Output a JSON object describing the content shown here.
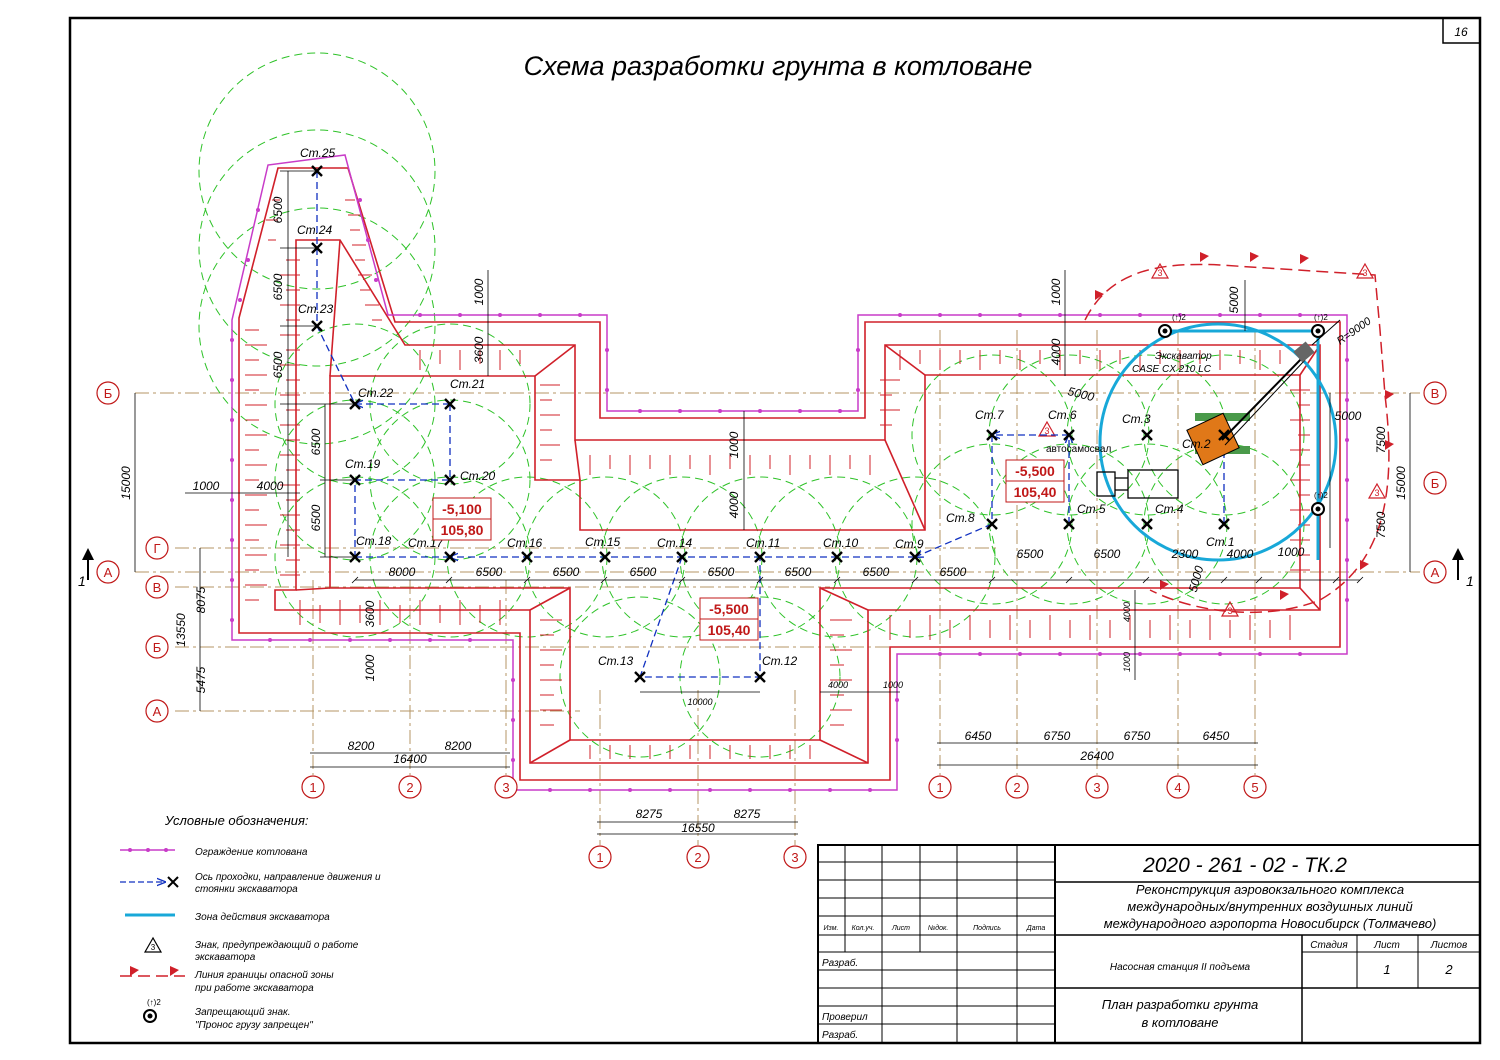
{
  "sheet_number": "16",
  "title": "Схема разработки грунта в котловане",
  "stations": [
    {
      "id": "Ст.1",
      "label": "Ст.1"
    },
    {
      "id": "Ст.2",
      "label": "Ст.2"
    },
    {
      "id": "Ст.3",
      "label": "Ст.3"
    },
    {
      "id": "Ст.4",
      "label": "Ст.4"
    },
    {
      "id": "Ст.5",
      "label": "Ст.5"
    },
    {
      "id": "Ст.6",
      "label": "Ст.6"
    },
    {
      "id": "Ст.7",
      "label": "Ст.7"
    },
    {
      "id": "Ст.8",
      "label": "Ст.8"
    },
    {
      "id": "Ст.9",
      "label": "Ст.9"
    },
    {
      "id": "Ст.10",
      "label": "Ст.10"
    },
    {
      "id": "Ст.11",
      "label": "Ст.11"
    },
    {
      "id": "Ст.12",
      "label": "Ст.12"
    },
    {
      "id": "Ст.13",
      "label": "Ст.13"
    },
    {
      "id": "Ст.14",
      "label": "Ст.14"
    },
    {
      "id": "Ст.15",
      "label": "Ст.15"
    },
    {
      "id": "Ст.16",
      "label": "Ст.16"
    },
    {
      "id": "Ст.17",
      "label": "Ст.17"
    },
    {
      "id": "Ст.18",
      "label": "Ст.18"
    },
    {
      "id": "Ст.19",
      "label": "Ст.19"
    },
    {
      "id": "Ст.20",
      "label": "Ст.20"
    },
    {
      "id": "Ст.21",
      "label": "Ст.21"
    },
    {
      "id": "Ст.22",
      "label": "Ст.22"
    },
    {
      "id": "Ст.23",
      "label": "Ст.23"
    },
    {
      "id": "Ст.24",
      "label": "Ст.24"
    },
    {
      "id": "Ст.25",
      "label": "Ст.25"
    }
  ],
  "elevation_marks": [
    {
      "depth": "-5,100",
      "abs": "105,80"
    },
    {
      "depth": "-5,500",
      "abs": "105,40"
    },
    {
      "depth": "-5,500",
      "abs": "105,40"
    }
  ],
  "excavator": {
    "name": "Экскаватор",
    "model": "CASE CX 210 LC",
    "radius": "R=9000"
  },
  "truck_label": "автосамосвал",
  "sign_label": "(↑)2",
  "hazard_sign": "3",
  "section_mark": "1",
  "axes_left_letters": [
    "Б",
    "А",
    "Г",
    "В",
    "Б",
    "А"
  ],
  "axes_right_letters": [
    "В",
    "Б",
    "А"
  ],
  "axes_numbers_left": [
    "1",
    "2",
    "3"
  ],
  "axes_numbers_mid": [
    "1",
    "2",
    "3"
  ],
  "axes_numbers_right": [
    "1",
    "2",
    "3",
    "4",
    "5"
  ],
  "dims": {
    "station_steps": [
      "8000",
      "6500",
      "6500",
      "6500",
      "6500",
      "6500",
      "6500",
      "6500",
      "6500",
      "6500",
      "2300",
      "4000",
      "1000"
    ],
    "left_vertical": [
      "6500",
      "6500",
      "6500",
      "6500",
      "6500"
    ],
    "left_overall": "15000",
    "left_1000": "1000",
    "left_4000": "4000",
    "left_axes": [
      "8075",
      "13550",
      "5475"
    ],
    "left_bottom_3600": "3600",
    "left_bottom_1000": "1000",
    "bottom_left": [
      "8200",
      "8200"
    ],
    "bottom_left_total": "16400",
    "bottom_mid": [
      "8275",
      "8275"
    ],
    "bottom_mid_total": "16550",
    "bottom_right": [
      "6450",
      "6750",
      "6750",
      "6450"
    ],
    "bottom_right_total": "26400",
    "right_overall": "15000",
    "right_parts": [
      "7500",
      "7500"
    ],
    "right_5000": "5000",
    "top_1000_a": "1000",
    "top_3600": "3600",
    "top_1000_b": "1000",
    "top_4000_b": "4000",
    "top_5000": "5000",
    "mid_1000": "1000",
    "mid_4000": "4000",
    "e_5000": "5000",
    "e_5000_low": "5000",
    "lower_4000": "4000",
    "lower_1000": "1000",
    "pit_4000": "4000",
    "pit_1000": "1000",
    "path_10000": "10000"
  },
  "legend": {
    "title": "Условные обозначения:",
    "fence": "Ограждение котлована",
    "axis_1": "Ось проходки, направление движения и",
    "axis_2": "стоянки экскаватора",
    "zone": "Зона действия экскаватора",
    "sign_1": "Знак, предупреждающий о  работе",
    "sign_2": "экскаватора",
    "danger_1": "Линия границы опасной зоны",
    "danger_2": "при работе экскаватора",
    "forbid_1": "Запрещающий знак.",
    "forbid_2": "\"Пронос грузу запрещен\""
  },
  "title_block": {
    "code": "2020 - 261 - 02 - ТК.2",
    "project_1": "Реконструкция аэровокзального комплекса",
    "project_2": "международных/внутренних воздушных линий",
    "project_3": "международного аэропорта Новосибирск  (Толмачево)",
    "object": "Насосная станция II подъема",
    "sheet_title_1": "План разработки грунта",
    "sheet_title_2": "в котловане",
    "col_headers": [
      "Изм.",
      "Кол.уч.",
      "Лист",
      "№док.",
      "Подпись",
      "Дата"
    ],
    "stage_hdr": "Стадия",
    "sheet_hdr": "Лист",
    "sheets_hdr": "Листов",
    "sheet_val": "1",
    "sheets_val": "2",
    "roles": [
      "Разраб.",
      "Проверил",
      "Разраб."
    ]
  },
  "colors": {
    "pit_outline": "#d0202a",
    "fence": "#c83cc8",
    "zone_circle": "#2ec228",
    "excavator_zone": "#18a8d8",
    "path": "#1030c0",
    "axis_line": "#b49664",
    "label_red": "#c01818",
    "excavator_body": "#e07818"
  }
}
